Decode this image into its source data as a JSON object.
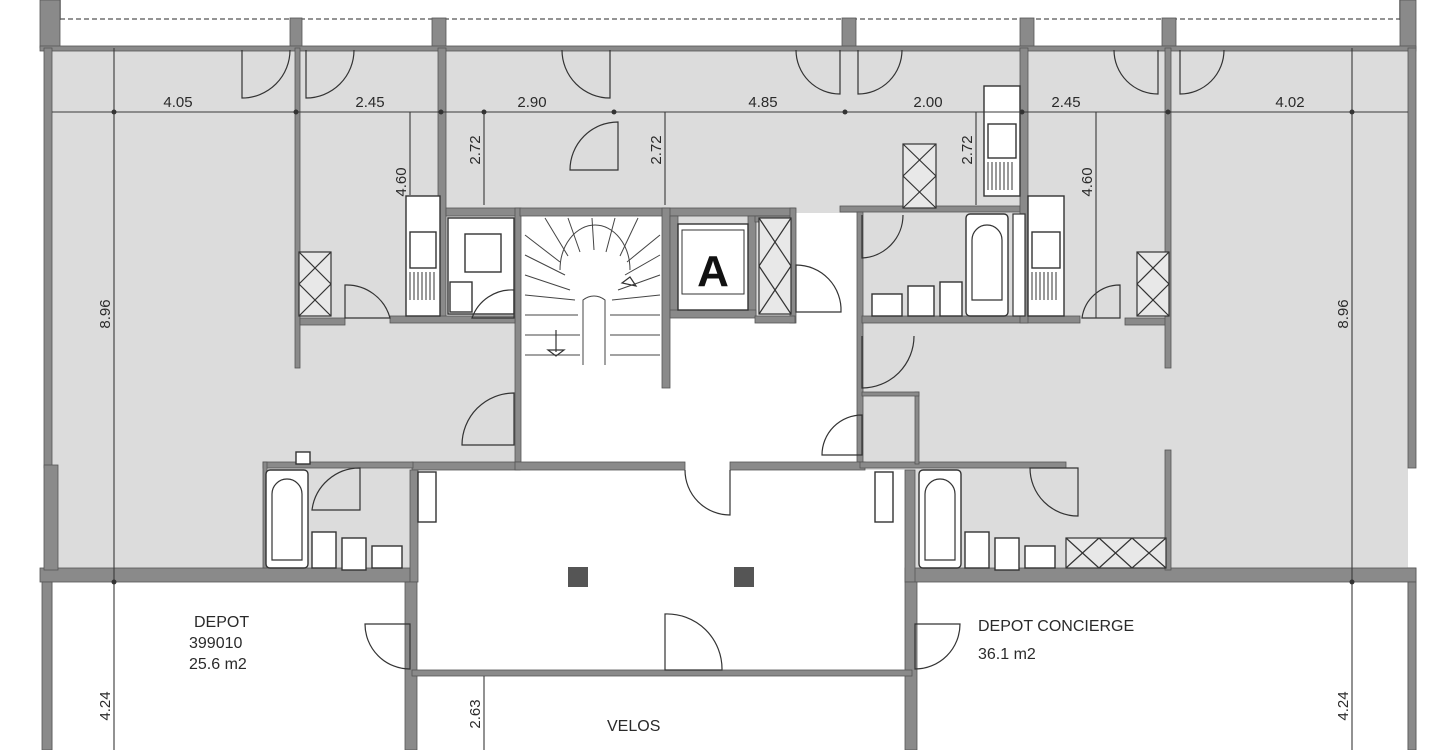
{
  "core": {
    "label": "A"
  },
  "dimensions": {
    "top_row": [
      "4.05",
      "2.45",
      "2.90",
      "4.85",
      "2.00",
      "2.45",
      "4.02"
    ],
    "verticals": [
      "2.72",
      "2.72",
      "2.72",
      "4.60",
      "4.60",
      "8.96",
      "8.96",
      "4.24",
      "4.24",
      "2.63"
    ]
  },
  "rooms": {
    "depot_left": {
      "name": "DEPOT",
      "number": "399010",
      "area": "25.6 m2"
    },
    "depot_right": {
      "name": "DEPOT CONCIERGE",
      "area": "36.1 m2"
    },
    "velos": {
      "name": "VELOS"
    }
  },
  "colors": {
    "floor_fill": "#dcdcdc",
    "wall": "#8a8a8a",
    "line": "#333333",
    "background": "#ffffff"
  }
}
